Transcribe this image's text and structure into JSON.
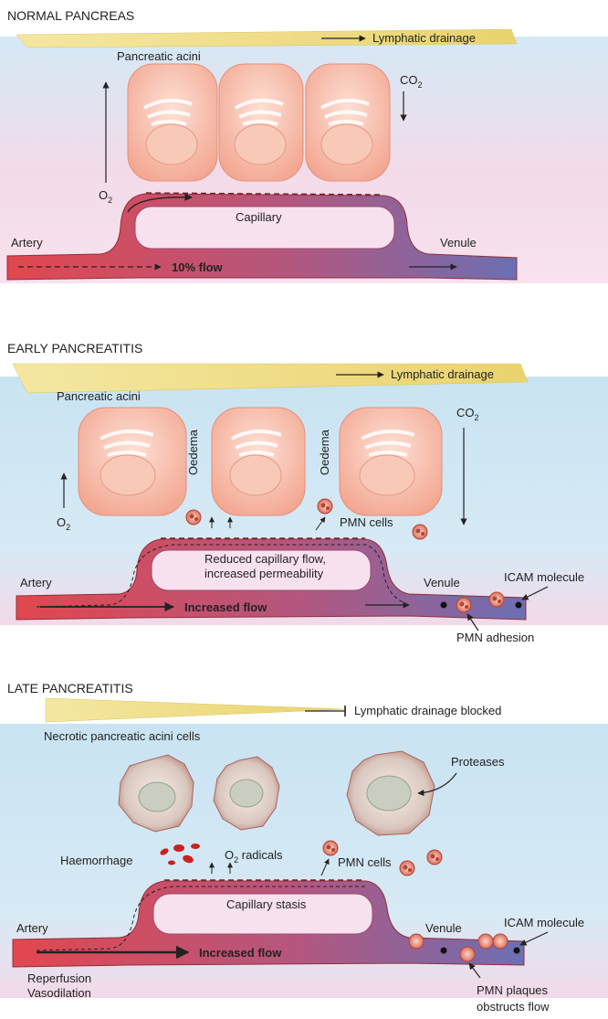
{
  "panels": {
    "normal": {
      "heading": "NORMAL PANCREAS",
      "lymphatic": "Lymphatic drainage",
      "acini": "Pancreatic acini",
      "co2": "CO",
      "co2_sub": "2",
      "o2": "O",
      "o2_sub": "2",
      "capillary": "Capillary",
      "artery": "Artery",
      "venule": "Venule",
      "flow": "10% flow"
    },
    "early": {
      "heading": "EARLY PANCREATITIS",
      "lymphatic": "Lymphatic drainage",
      "acini": "Pancreatic acini",
      "oedema1": "Oedema",
      "oedema2": "Oedema",
      "co2": "CO",
      "co2_sub": "2",
      "o2": "O",
      "o2_sub": "2",
      "pmn_cells": "PMN cells",
      "capillary_line1": "Reduced capillary flow,",
      "capillary_line2": "increased permeability",
      "artery": "Artery",
      "venule": "Venule",
      "flow": "Increased flow",
      "icam": "ICAM molecule",
      "pmn_adhesion": "PMN adhesion"
    },
    "late": {
      "heading": "LATE PANCREATITIS",
      "lymphatic": "Lymphatic drainage blocked",
      "necrotic": "Necrotic pancreatic acini cells",
      "proteases": "Proteases",
      "haemorrhage": "Haemorrhage",
      "o2": "O",
      "o2_sub": "2",
      "radicals": " radicals",
      "pmn_cells": "PMN cells",
      "capillary": "Capillary stasis",
      "artery": "Artery",
      "venule": "Venule",
      "flow": "Increased flow",
      "icam": "ICAM molecule",
      "reperfusion": "Reperfusion",
      "vasodilation": "Vasodilation",
      "plaques_line1": "PMN plaques",
      "plaques_line2": "obstructs flow"
    }
  },
  "colors": {
    "vessel_red": "#e2474f",
    "vessel_blue": "#6c6fb3",
    "acini_fill": "#f5b49f",
    "lymph_yellow": "#f3e6a0",
    "bg_blue": "#cfe6f3",
    "bg_pink": "#f7d7e6"
  }
}
